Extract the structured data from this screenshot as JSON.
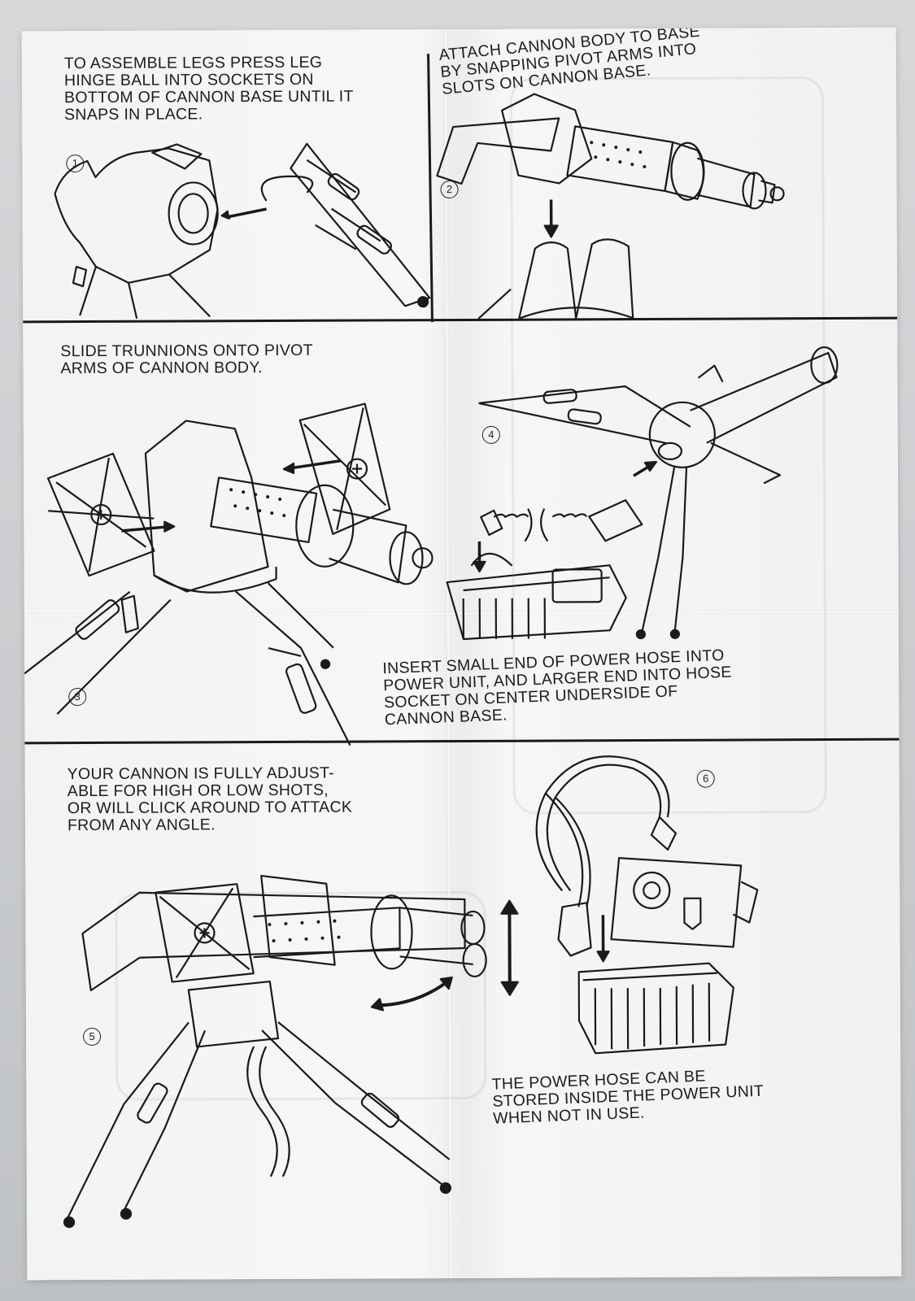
{
  "steps": [
    {
      "number": "1",
      "text": "TO ASSEMBLE LEGS PRESS LEG\nHINGE BALL INTO SOCKETS ON\nBOTTOM OF CANNON BASE UNTIL IT\nSNAPS IN PLACE."
    },
    {
      "number": "2",
      "text": "ATTACH CANNON BODY TO BASE\nBY SNAPPING PIVOT ARMS INTO\nSLOTS ON CANNON BASE."
    },
    {
      "number": "3",
      "text": "SLIDE TRUNNIONS ONTO PIVOT\nARMS OF CANNON BODY."
    },
    {
      "number": "4",
      "text": "INSERT SMALL END OF POWER HOSE INTO\nPOWER UNIT, AND LARGER END INTO HOSE\nSOCKET ON CENTER UNDERSIDE OF\nCANNON BASE."
    },
    {
      "number": "5",
      "text": "YOUR CANNON IS FULLY ADJUST-\nABLE FOR HIGH OR LOW SHOTS,\nOR WILL CLICK AROUND TO ATTACK\nFROM ANY ANGLE."
    },
    {
      "number": "6",
      "text": "THE POWER HOSE CAN BE\nSTORED INSIDE THE POWER UNIT\nWHEN NOT IN USE."
    }
  ],
  "icons": [
    "leg-assembly-illustration",
    "cannon-body-illustration",
    "trunnion-illustration",
    "power-hose-illustration",
    "adjustable-cannon-illustration",
    "stored-hose-illustration"
  ]
}
